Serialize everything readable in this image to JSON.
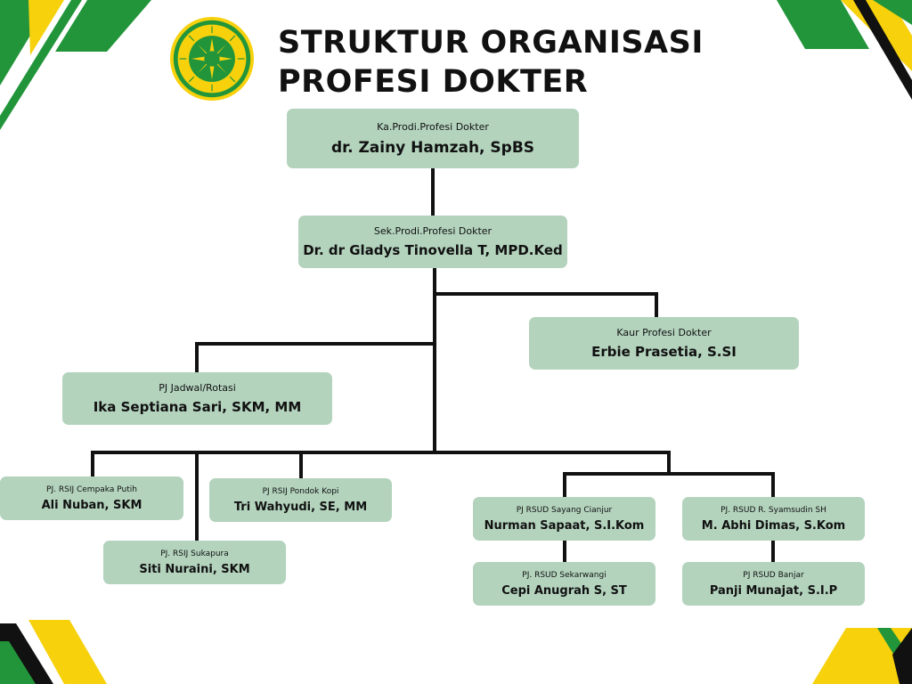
{
  "header": {
    "title_line1": "STRUKTUR ORGANISASI",
    "title_line2": "PROFESI DOKTER"
  },
  "colors": {
    "green": "#22953a",
    "yellow": "#f6d10c",
    "black": "#111111",
    "box": "#b3d3bd"
  },
  "logo": {
    "icon": "university-seal-icon"
  },
  "nodes": {
    "kaprodi": {
      "role": "Ka.Prodi.Profesi Dokter",
      "name": "dr. Zainy Hamzah, SpBS"
    },
    "sekprodi": {
      "role": "Sek.Prodi.Profesi Dokter",
      "name": "Dr. dr Gladys Tinovella T, MPD.Ked"
    },
    "kaur": {
      "role": "Kaur Profesi Dokter",
      "name": "Erbie Prasetia, S.SI"
    },
    "jadwal": {
      "role": "PJ Jadwal/Rotasi",
      "name": "Ika Septiana Sari, SKM, MM"
    },
    "cempaka": {
      "role": "PJ. RSIJ Cempaka Putih",
      "name": "Ali Nuban, SKM"
    },
    "sukapura": {
      "role": "PJ. RSIJ Sukapura",
      "name": "Siti Nuraini, SKM"
    },
    "pondok": {
      "role": "PJ RSIJ Pondok Kopi",
      "name": "Tri Wahyudi, SE, MM"
    },
    "cianjur": {
      "role": "PJ RSUD Sayang Cianjur",
      "name": "Nurman Sapaat, S.I.Kom"
    },
    "sekarwangi": {
      "role": "PJ. RSUD Sekarwangi",
      "name": "Cepi Anugrah S, ST"
    },
    "syamsudin": {
      "role": "PJ. RSUD R. Syamsudin SH",
      "name": "M. Abhi Dimas, S.Kom"
    },
    "banjar": {
      "role": "PJ RSUD Banjar",
      "name": "Panji Munajat, S.I.P"
    }
  }
}
